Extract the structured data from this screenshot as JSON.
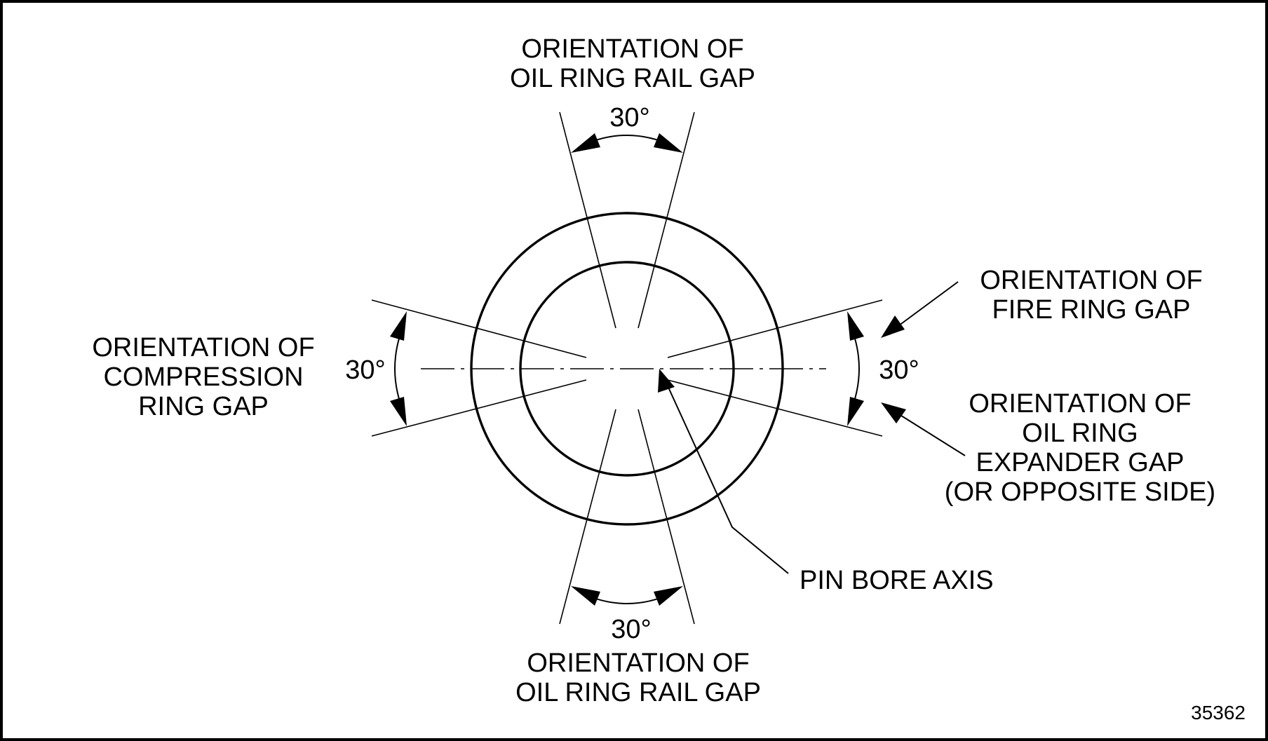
{
  "figure_number": "35362",
  "angles": {
    "top": "30°",
    "bottom": "30°",
    "left": "30°",
    "right": "30°"
  },
  "labels": {
    "top": [
      "ORIENTATION OF",
      "OIL RING RAIL GAP"
    ],
    "bottom": [
      "ORIENTATION OF",
      "OIL RING RAIL GAP"
    ],
    "left": [
      "ORIENTATION OF",
      "COMPRESSION",
      "RING GAP"
    ],
    "fire_ring": [
      "ORIENTATION OF",
      "FIRE RING GAP"
    ],
    "expander": [
      "ORIENTATION OF",
      "OIL RING",
      "EXPANDER GAP",
      "(OR OPPOSITE SIDE)"
    ],
    "pin_bore": "PIN BORE AXIS"
  }
}
